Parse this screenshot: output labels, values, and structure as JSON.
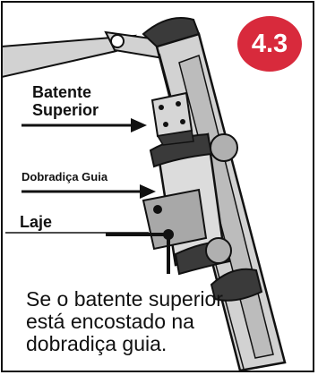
{
  "badge": {
    "text": "4.3",
    "color": "#d82a3c"
  },
  "labels": {
    "batente_line1": "Batente",
    "batente_line2": "Superior",
    "dobradica": "Dobradiça Guia",
    "laje": "Laje"
  },
  "caption": {
    "line1": "Se o batente superior",
    "line2": "está encostado na",
    "line3": "dobradiça guia."
  },
  "colors": {
    "rail_fill": "#d2d2d2",
    "rail_shade": "#b9b9b9",
    "dark": "#3a3a3a",
    "plate": "#a8a8a8",
    "outline": "#111111"
  }
}
